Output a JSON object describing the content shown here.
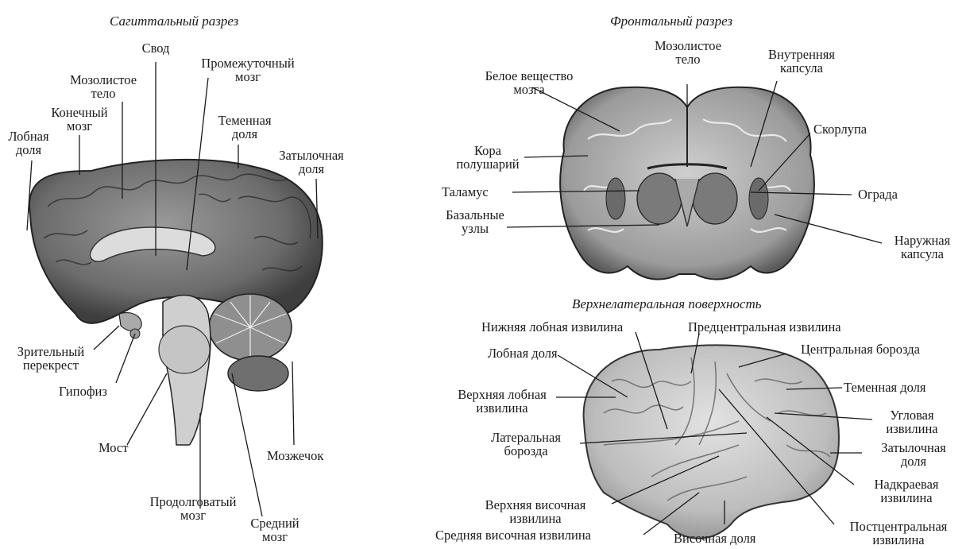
{
  "captions": {
    "sagittal": "Сагиттальный разрез",
    "frontal": "Фронтальный разрез",
    "lateral": "Верхнелатеральная поверхность"
  },
  "sagittal_labels": {
    "svod": "Свод",
    "promezh_1": "Промежуточный",
    "promezh_2": "мозг",
    "mozol_1": "Мозолистое",
    "mozol_2": "тело",
    "konech_1": "Конечный",
    "konech_2": "мозг",
    "lobnaya_1": "Лобная",
    "lobnaya_2": "доля",
    "temennaya_1": "Теменная",
    "temennaya_2": "доля",
    "zatyl_1": "Затылочная",
    "zatyl_2": "доля",
    "zrit_1": "Зрительный",
    "zrit_2": "перекрест",
    "gipofiz": "Гипофиз",
    "most": "Мост",
    "mozzhechok": "Мозжечок",
    "prodol_1": "Продолговатый",
    "prodol_2": "мозг",
    "sredniy_1": "Средний",
    "sredniy_2": "мозг"
  },
  "frontal_labels": {
    "mozol_1": "Мозолистое",
    "mozol_2": "тело",
    "beloe_1": "Белое вещество",
    "beloe_2": "мозга",
    "vnutr_1": "Внутренняя",
    "vnutr_2": "капсула",
    "skorlupa": "Скорлупа",
    "kora_1": "Кора",
    "kora_2": "полушарий",
    "talamus": "Таламус",
    "ograda": "Ограда",
    "bazal_1": "Базальные",
    "bazal_2": "узлы",
    "naruzh_1": "Наружная",
    "naruzh_2": "капсула"
  },
  "lateral_labels": {
    "nizh_lob": "Нижняя лобная извилина",
    "predcentr": "Предцентральная извилина",
    "lobnaya": "Лобная доля",
    "centr_boroz": "Центральная борозда",
    "verkh_lob_1": "Верхняя лобная",
    "verkh_lob_2": "извилина",
    "temennaya": "Теменная доля",
    "uglovaya_1": "Угловая",
    "uglovaya_2": "извилина",
    "lat_1": "Латеральная",
    "lat_2": "борозда",
    "zatyl_1": "Затылочная",
    "zatyl_2": "доля",
    "nadkr_1": "Надкраевая",
    "nadkr_2": "извилина",
    "verkh_visoch_1": "Верхняя височная",
    "verkh_visoch_2": "извилина",
    "postcentr_1": "Постцентральная",
    "postcentr_2": "извилина",
    "sredn_visoch": "Средняя височная извилина",
    "visochnaya": "Височная доля"
  }
}
